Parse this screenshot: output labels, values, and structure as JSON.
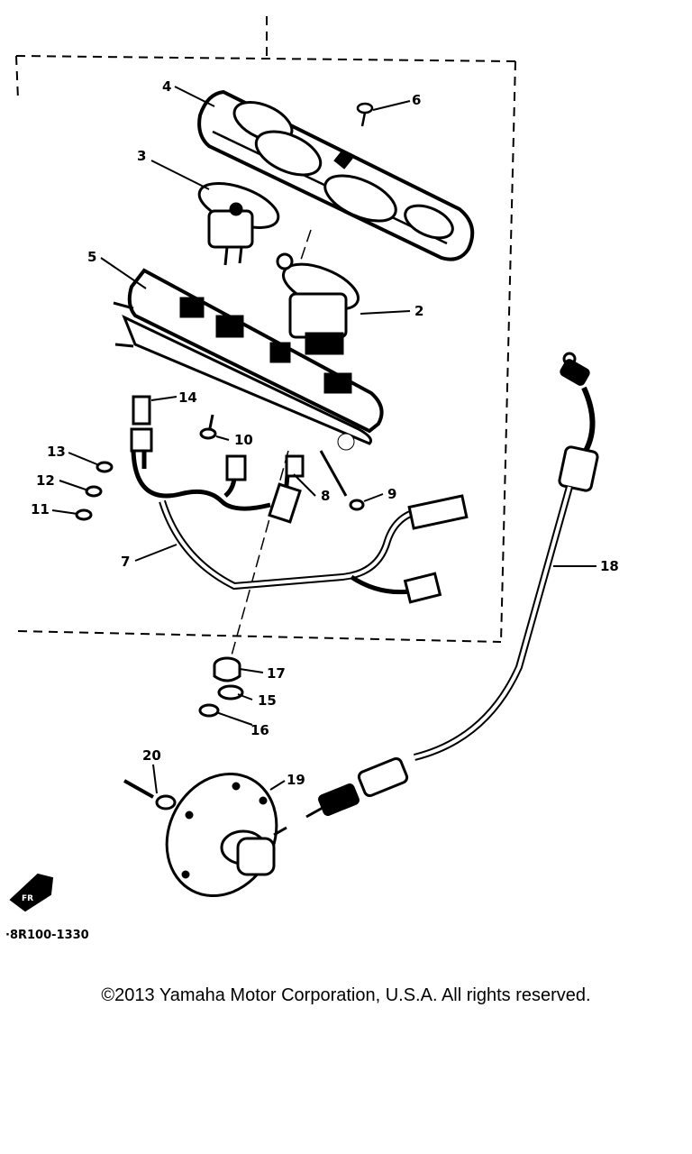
{
  "parts": [
    {
      "no": "2"
    },
    {
      "no": "3"
    },
    {
      "no": "4"
    },
    {
      "no": "5"
    },
    {
      "no": "6"
    },
    {
      "no": "7"
    },
    {
      "no": "8"
    },
    {
      "no": "9"
    },
    {
      "no": "10"
    },
    {
      "no": "11"
    },
    {
      "no": "12"
    },
    {
      "no": "13"
    },
    {
      "no": "14"
    },
    {
      "no": "15"
    },
    {
      "no": "16"
    },
    {
      "no": "17"
    },
    {
      "no": "18"
    },
    {
      "no": "19"
    },
    {
      "no": "20"
    }
  ],
  "diagram_code": "·8R100-1330",
  "front_badge": "FR",
  "copyright": "©2013 Yamaha Motor Corporation, U.S.A. All rights reserved."
}
